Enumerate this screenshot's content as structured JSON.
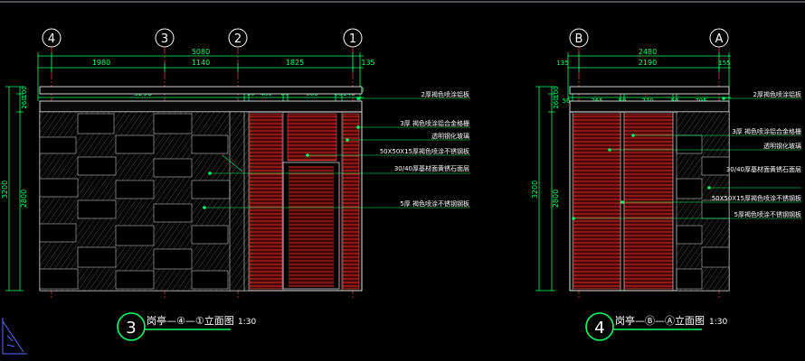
{
  "elevation_left": {
    "axes": [
      "4",
      "3",
      "2",
      "1"
    ],
    "dim_total": "5080",
    "dim_segments": [
      "1980",
      "1140",
      "1825",
      "135"
    ],
    "dim_sub": [
      "3290",
      "50",
      "480",
      "80",
      "800",
      "80",
      "240",
      "50"
    ],
    "vertical_dims": [
      "100",
      "260",
      "3200",
      "2800"
    ],
    "annotations": [
      "2厚褐色喷涂铝板",
      "3厚 褐色喷涂铝合金格栅",
      "透明钢化玻璃",
      "50X50X15厚褐色喷涂不锈钢板",
      "30/40厚基材面黄锈石面层",
      "5厚 褐色喷涂不锈钢钢板"
    ],
    "title_number": "3",
    "title": "岗亭—④—①立面图",
    "scale": "1:30"
  },
  "elevation_right": {
    "axes": [
      "B",
      "A"
    ],
    "dim_total": "2480",
    "dim_segments": [
      "135",
      "2190",
      "155"
    ],
    "dim_sub": [
      "50",
      "765",
      "50",
      "770",
      "50",
      "795"
    ],
    "vertical_dims": [
      "100",
      "260",
      "3200",
      "2800"
    ],
    "annotations": [
      "2厚褐色喷涂铝板",
      "3厚 褐色喷涂铝合金格栅",
      "透明钢化玻璃",
      "30/40厚基材面黄锈石面层",
      "50X50X15厚褐色喷涂不锈钢板",
      "5厚褐色喷涂不锈钢钢板"
    ],
    "title_number": "4",
    "title": "岗亭—Ⓑ—Ⓐ立面图",
    "scale": "1:30"
  },
  "colors": {
    "background": "#000000",
    "dimension": "#00ff66",
    "outline": "#ffffff",
    "hatch_red": "#ff3030",
    "hatch_gray": "#8a8a8a",
    "frame": "#9aa0a8"
  }
}
